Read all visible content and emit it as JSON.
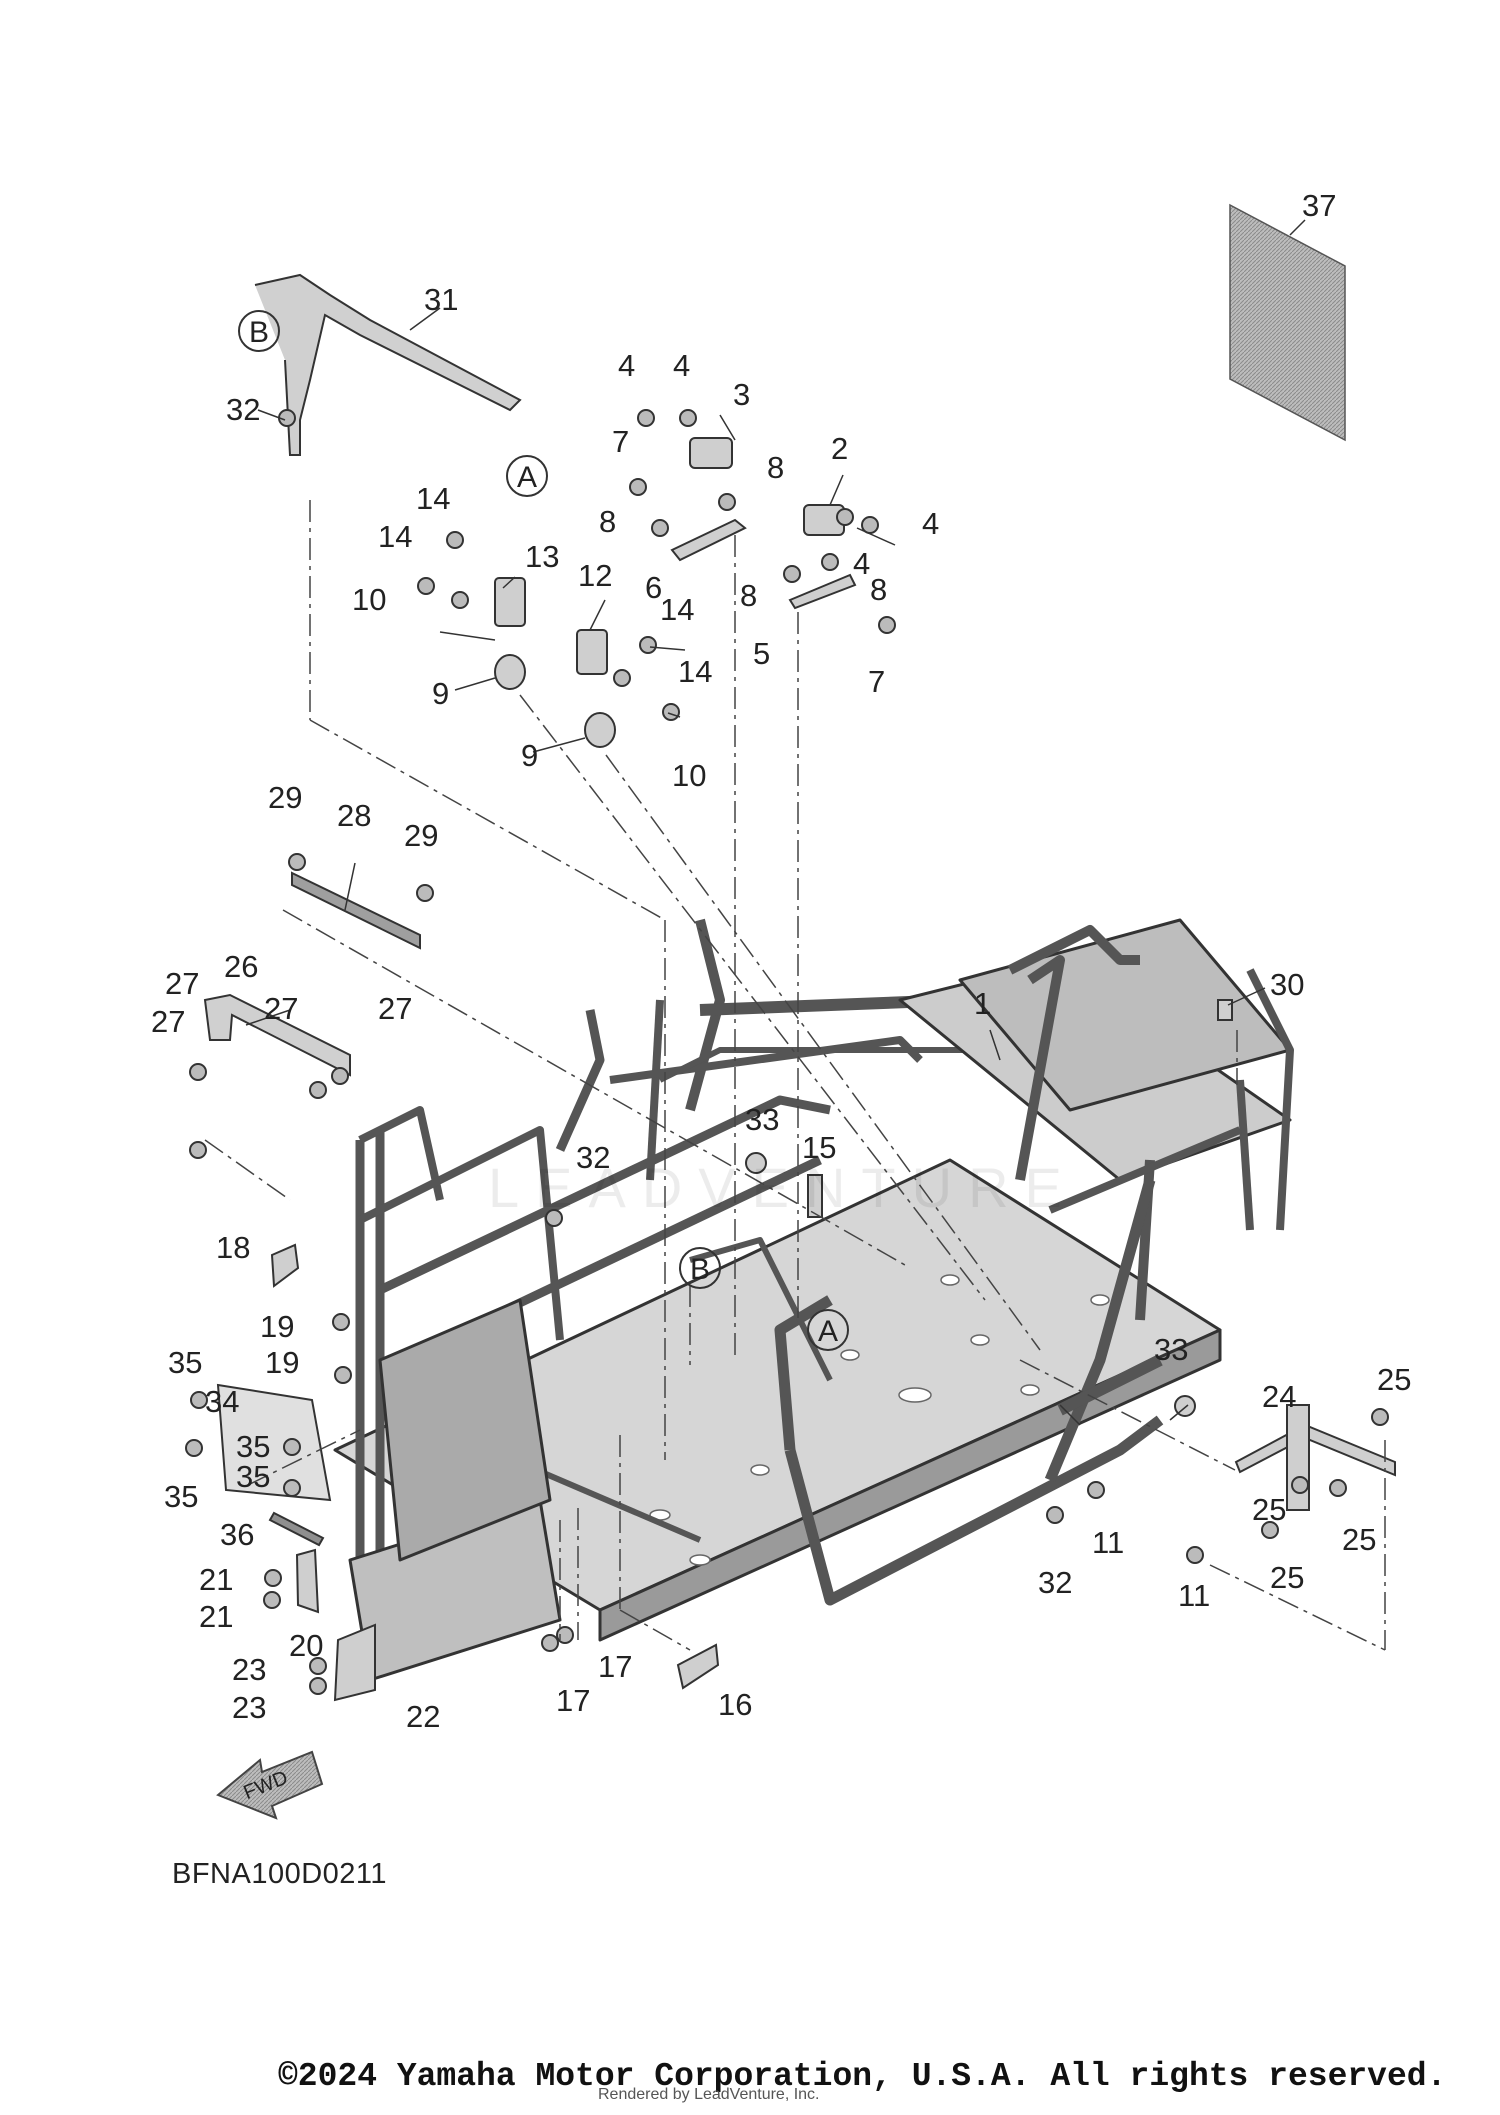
{
  "diagram_code": "BFNA100D0211",
  "copyright": "©2024 Yamaha Motor Corporation, U.S.A. All rights reserved.",
  "rendered_by": "Rendered by LeadVenture, Inc.",
  "watermark": "LEADVENTURE",
  "fwd_label": "FWD",
  "reference_markers": [
    "A",
    "B"
  ],
  "callouts": [
    "1",
    "2",
    "3",
    "4",
    "4",
    "4",
    "4",
    "5",
    "6",
    "7",
    "7",
    "8",
    "8",
    "8",
    "8",
    "9",
    "9",
    "10",
    "10",
    "11",
    "11",
    "12",
    "13",
    "14",
    "14",
    "14",
    "14",
    "15",
    "16",
    "17",
    "17",
    "18",
    "19",
    "19",
    "20",
    "21",
    "21",
    "22",
    "23",
    "23",
    "24",
    "25",
    "25",
    "25",
    "25",
    "26",
    "27",
    "27",
    "27",
    "27",
    "28",
    "29",
    "29",
    "30",
    "31",
    "32",
    "32",
    "32",
    "33",
    "33",
    "34",
    "35",
    "35",
    "35",
    "35",
    "36",
    "37"
  ]
}
